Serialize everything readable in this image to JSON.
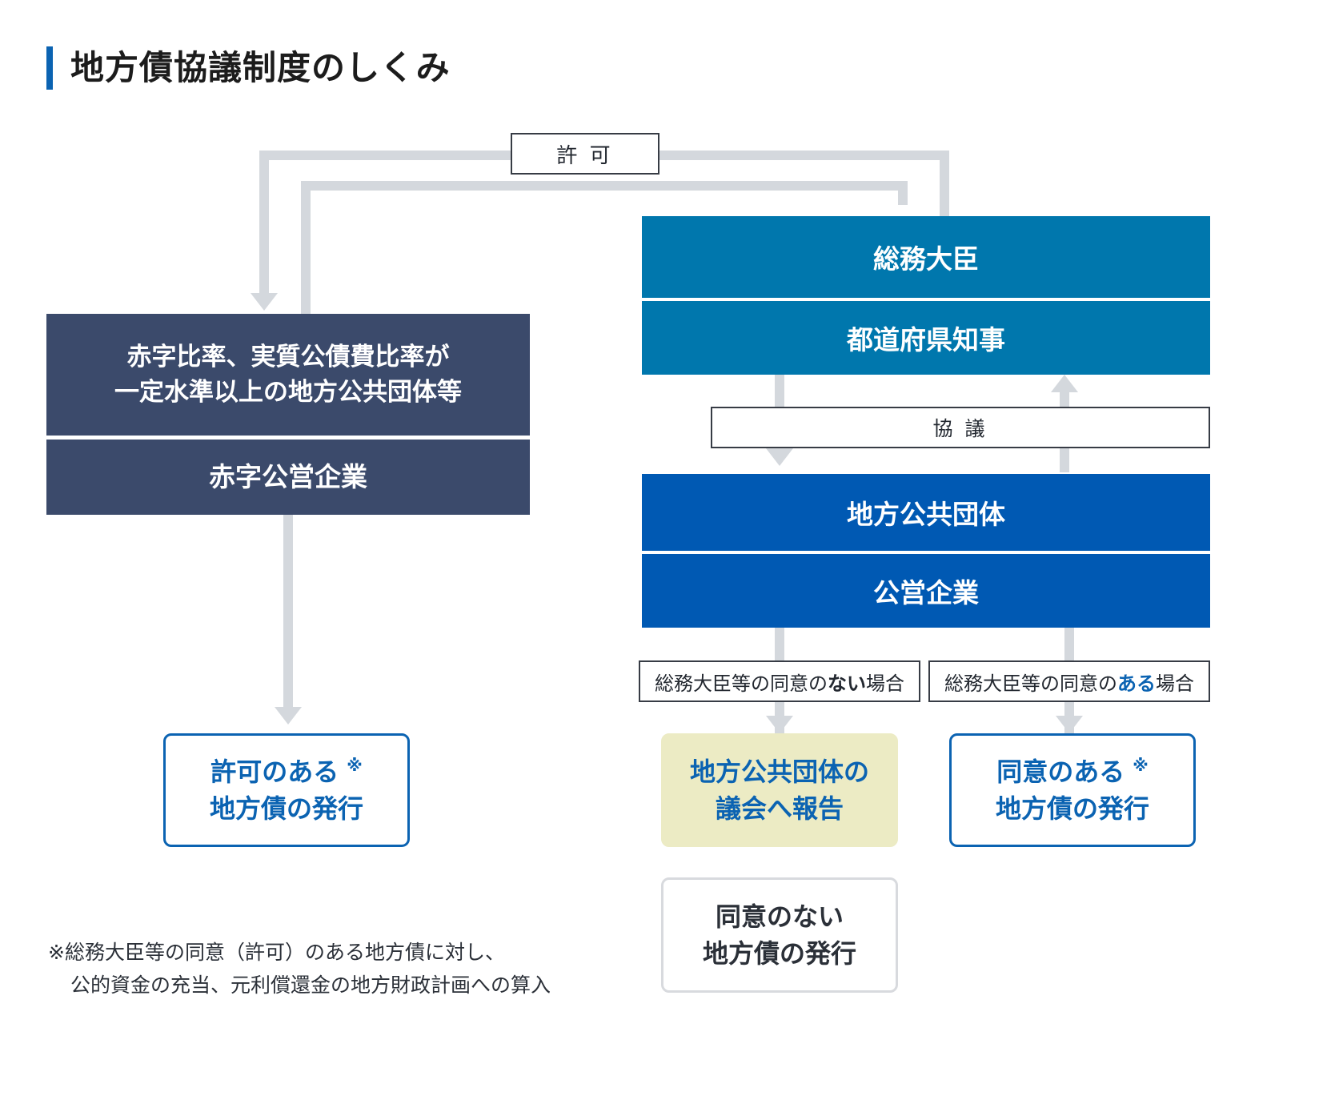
{
  "page": {
    "title": "地方債協議制度のしくみ",
    "accent_color": "#0b63b2",
    "navy_color": "#3b4a6b",
    "teal_color": "#0077ad",
    "blue_color": "#0059b3",
    "yellow_color": "#ecebc4",
    "connector_color": "#d4d8dd"
  },
  "labels": {
    "permission": "許 可",
    "consultation": "協 議",
    "no_consent_prefix": "総務大臣等の同意の",
    "no_consent_emph": "ない",
    "no_consent_suffix": "場合",
    "has_consent_prefix": "総務大臣等の同意の",
    "has_consent_emph": "ある",
    "has_consent_suffix": "場合"
  },
  "left_group": {
    "box1_line1": "赤字比率、実質公債費比率が",
    "box1_line2": "一定水準以上の地方公共団体等",
    "box2": "赤字公営企業"
  },
  "right_group": {
    "minister": "総務大臣",
    "governor": "都道府県知事",
    "local_government": "地方公共団体",
    "public_enterprise": "公営企業"
  },
  "outcomes": {
    "permitted_bond_line1": "許可のある",
    "permitted_bond_line2": "地方債の発行",
    "permitted_bond_mark": "※",
    "report_to_assembly_line1": "地方公共団体の",
    "report_to_assembly_line2": "議会へ報告",
    "consented_bond_line1": "同意のある",
    "consented_bond_line2": "地方債の発行",
    "consented_bond_mark": "※",
    "unconsented_bond_line1": "同意のない",
    "unconsented_bond_line2": "地方債の発行"
  },
  "footnote": {
    "line1": "※総務大臣等の同意（許可）のある地方債に対し、",
    "line2": "公的資金の充当、元利償還金の地方財政計画への算入"
  }
}
